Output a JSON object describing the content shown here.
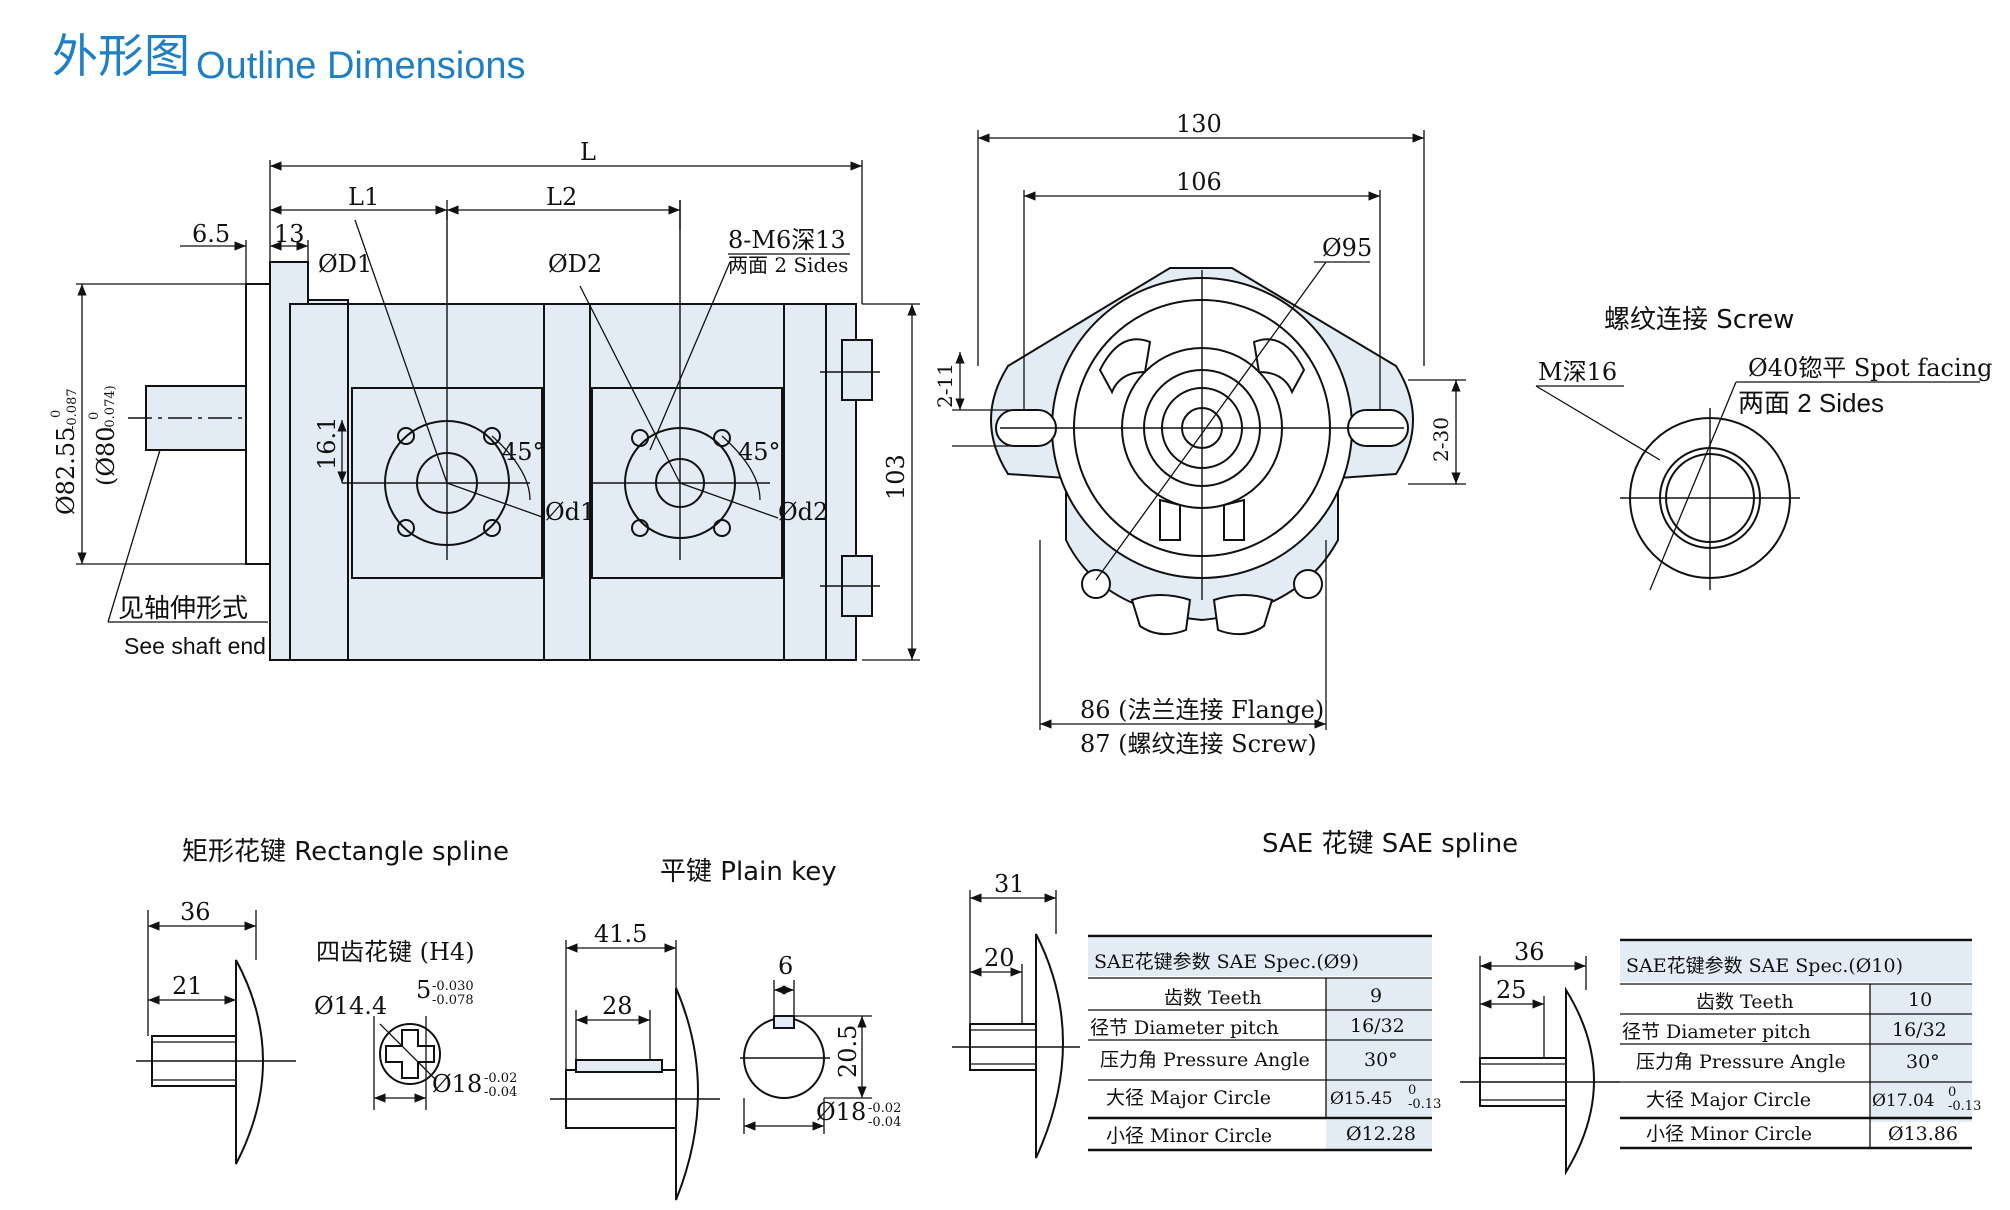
{
  "title": {
    "cn": "外形图",
    "en": "Outline Dimensions"
  },
  "side_view": {
    "L": "L",
    "L1": "L1",
    "L2": "L2",
    "d6_5": "6.5",
    "d13": "13",
    "D1": "ØD1",
    "D2": "ØD2",
    "thread": "8-M6深13",
    "thread_sides": "两面 2 Sides",
    "d16_1": "16.1",
    "deg1": "45°",
    "deg2": "45°",
    "d1": "Ød1",
    "d2": "Ød2",
    "d103": "103",
    "dia_main": "Ø82.55",
    "dia_main_tol_up": "0",
    "dia_main_tol_dn": "-0.087",
    "dia_alt": "(Ø80",
    "dia_alt_tol_up": "0",
    "dia_alt_tol_dn": "-0.074)",
    "shaft_cn": "见轴伸形式",
    "shaft_en": "See shaft end"
  },
  "front_view": {
    "d130": "130",
    "d106": "106",
    "d95": "Ø95",
    "d2_11": "2-11",
    "d2_30": "2-30",
    "flange": "86 (法兰连接 Flange)",
    "screw": "87 (螺纹连接 Screw)"
  },
  "screw_port": {
    "title": "螺纹连接  Screw",
    "m": "M深16",
    "spot": "Ø40锪平 Spot facing",
    "sides": "两面 2 Sides"
  },
  "rect_spline": {
    "title": "矩形花键  Rectangle spline",
    "d36": "36",
    "d21": "21",
    "h4": "四齿花键 (H4)",
    "d14_4": "Ø14.4",
    "d5": "5",
    "d5_up": "-0.030",
    "d5_dn": "-0.078",
    "d18": "Ø18",
    "d18_up": "-0.02",
    "d18_dn": "-0.04"
  },
  "plain_key": {
    "title": "平键  Plain key",
    "d41_5": "41.5",
    "d28": "28",
    "d6": "6",
    "d20_5": "20.5",
    "d18": "Ø18",
    "d18_up": "-0.02",
    "d18_dn": "-0.04"
  },
  "sae_spline": {
    "title": "SAE 花键   SAE spline",
    "d31": "31",
    "d20": "20",
    "d36": "36",
    "d25": "25",
    "table1": {
      "header": "SAE花键参数  SAE Spec.(Ø9)",
      "rows": [
        {
          "label": "齿数 Teeth",
          "value": "9"
        },
        {
          "label": "径节 Diameter pitch",
          "value": "16/32"
        },
        {
          "label": "压力角 Pressure Angle",
          "value": "30°"
        },
        {
          "label": "大径 Major Circle",
          "value": "Ø15.45",
          "tol_up": "0",
          "tol_dn": "-0.13"
        },
        {
          "label": "小径 Minor Circle",
          "value": "Ø12.28"
        }
      ]
    },
    "table2": {
      "header": "SAE花键参数 SAE Spec.(Ø10)",
      "rows": [
        {
          "label": "齿数 Teeth",
          "value": "10"
        },
        {
          "label": "径节 Diameter pitch",
          "value": "16/32"
        },
        {
          "label": "压力角 Pressure Angle",
          "value": "30°"
        },
        {
          "label": "大径 Major Circle",
          "value": "Ø17.04",
          "tol_up": "0",
          "tol_dn": "-0.13"
        },
        {
          "label": "小径 Minor Circle",
          "value": "Ø13.86"
        }
      ]
    }
  }
}
